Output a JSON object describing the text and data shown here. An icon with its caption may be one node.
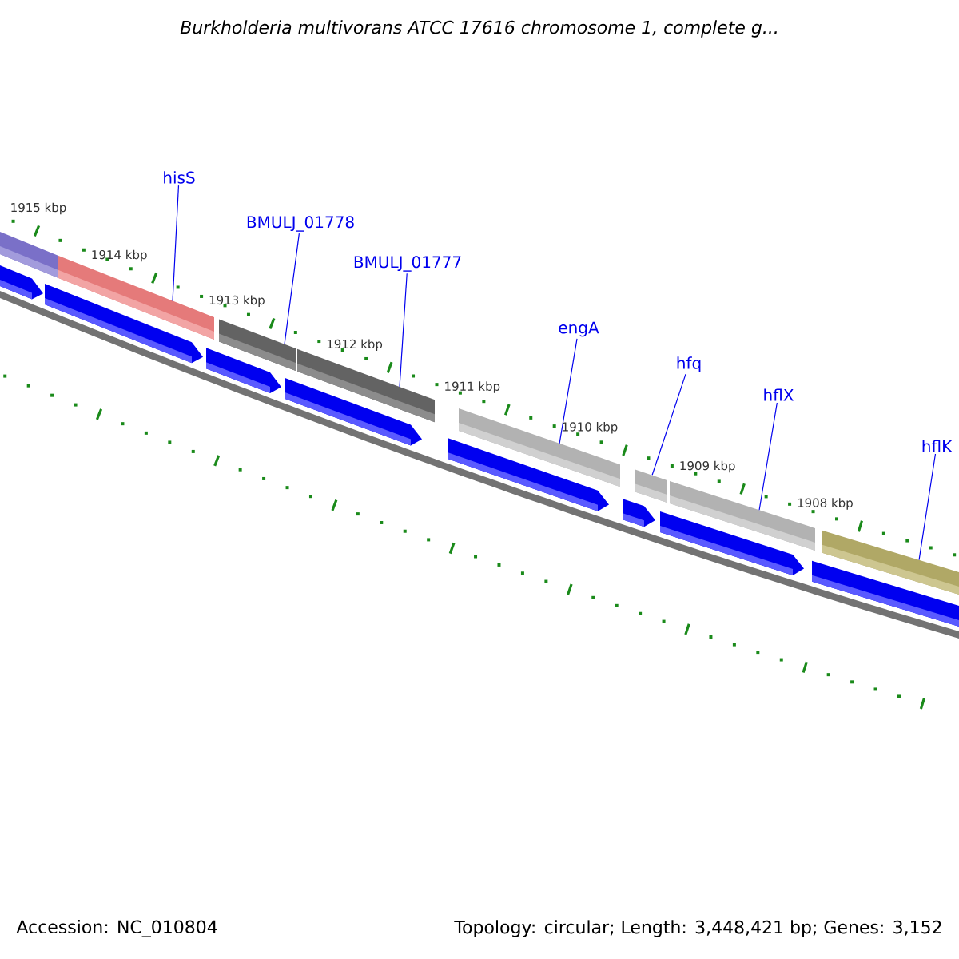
{
  "diagram": {
    "title": "Burkholderia multivorans ATCC 17616 chromosome 1, complete g...",
    "nodes": [
      {
        "text": [
          "hisS"
        ]
      },
      {
        "text": [
          "BMULJ_01778"
        ]
      },
      {
        "text": [
          "BMULJ_01777"
        ]
      },
      {
        "text": [
          "engA"
        ]
      },
      {
        "text": [
          "hfq"
        ]
      },
      {
        "text": [
          "hflX"
        ]
      },
      {
        "text": [
          "hflK"
        ]
      },
      {
        "text": [],
        "shape": "bar"
      },
      {
        "text": [],
        "shape": "bar"
      },
      {
        "text": [],
        "shape": "bar"
      },
      {
        "text": [],
        "shape": "bar"
      },
      {
        "text": [],
        "shape": "bar"
      },
      {
        "text": [],
        "shape": "bar"
      },
      {
        "text": [],
        "shape": "bar"
      },
      {
        "text": [],
        "shape": "bar"
      },
      {
        "text": [],
        "shape": "arrow"
      },
      {
        "text": [],
        "shape": "arrow"
      },
      {
        "text": [],
        "shape": "arrow"
      },
      {
        "text": [],
        "shape": "arrow"
      },
      {
        "text": [],
        "shape": "arrow"
      },
      {
        "text": [],
        "shape": "arrow"
      },
      {
        "text": [],
        "shape": "arrow"
      },
      {
        "text": [],
        "shape": "arrow"
      }
    ],
    "edges": [
      {
        "from": 0,
        "to": 8,
        "arrow": "none"
      },
      {
        "from": 1,
        "to": 9,
        "arrow": "none"
      },
      {
        "from": 2,
        "to": 10,
        "arrow": "none"
      },
      {
        "from": 3,
        "to": 11,
        "arrow": "none"
      },
      {
        "from": 4,
        "to": 12,
        "arrow": "none"
      },
      {
        "from": 5,
        "to": 13,
        "arrow": "none"
      },
      {
        "from": 6,
        "to": 14,
        "arrow": "none"
      }
    ],
    "labels": [
      "1915 kbp",
      "1914 kbp",
      "1913 kbp",
      "1912 kbp",
      "1911 kbp",
      "1910 kbp",
      "1909 kbp",
      "1908 kbp",
      "Accession: NC_010804",
      "Topology: circular; Length: 3,448,421 bp; Genes: 3,152"
    ]
  }
}
